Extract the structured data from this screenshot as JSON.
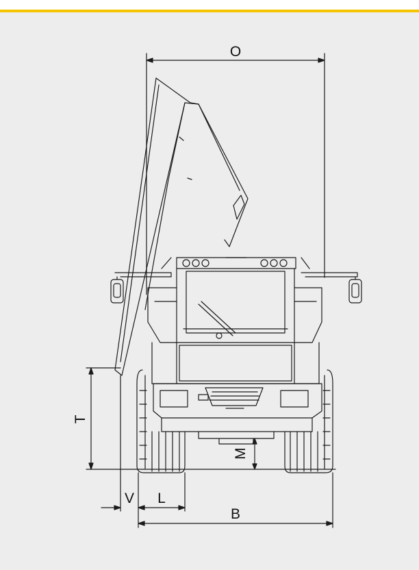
{
  "colors": {
    "accent": "#f5c400",
    "panel_background": "#ededed",
    "line": "#1a1a1a"
  },
  "dimensions": {
    "O": "O",
    "T": "T",
    "M": "M",
    "V": "V",
    "L": "L",
    "B": "B"
  }
}
